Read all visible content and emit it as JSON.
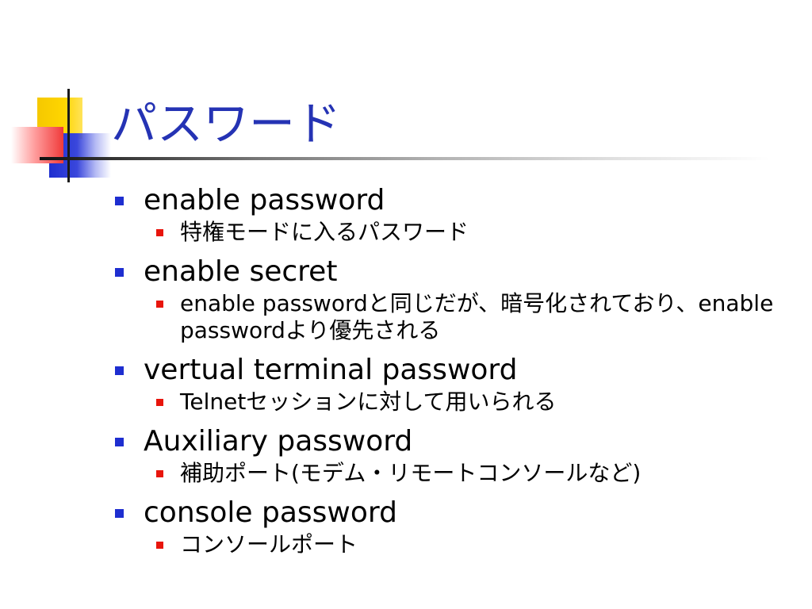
{
  "slide": {
    "title": "パスワード",
    "bullets": [
      {
        "text": "enable password",
        "sub": [
          "特権モードに入るパスワード"
        ]
      },
      {
        "text": "enable secret",
        "sub": [
          "enable passwordと同じだが、暗号化されており、enable passwordより優先される"
        ]
      },
      {
        "text": "vertual terminal password",
        "sub": [
          "Telnetセッションに対して用いられる"
        ]
      },
      {
        "text": "Auxiliary password",
        "sub": [
          "補助ポート(モデム・リモートコンソールなど)"
        ]
      },
      {
        "text": "console password",
        "sub": [
          "コンソールポート"
        ]
      }
    ]
  },
  "colors": {
    "title": "#2533b4",
    "bullet_level1": "#1e2ed0",
    "bullet_level2": "#e8150c"
  }
}
